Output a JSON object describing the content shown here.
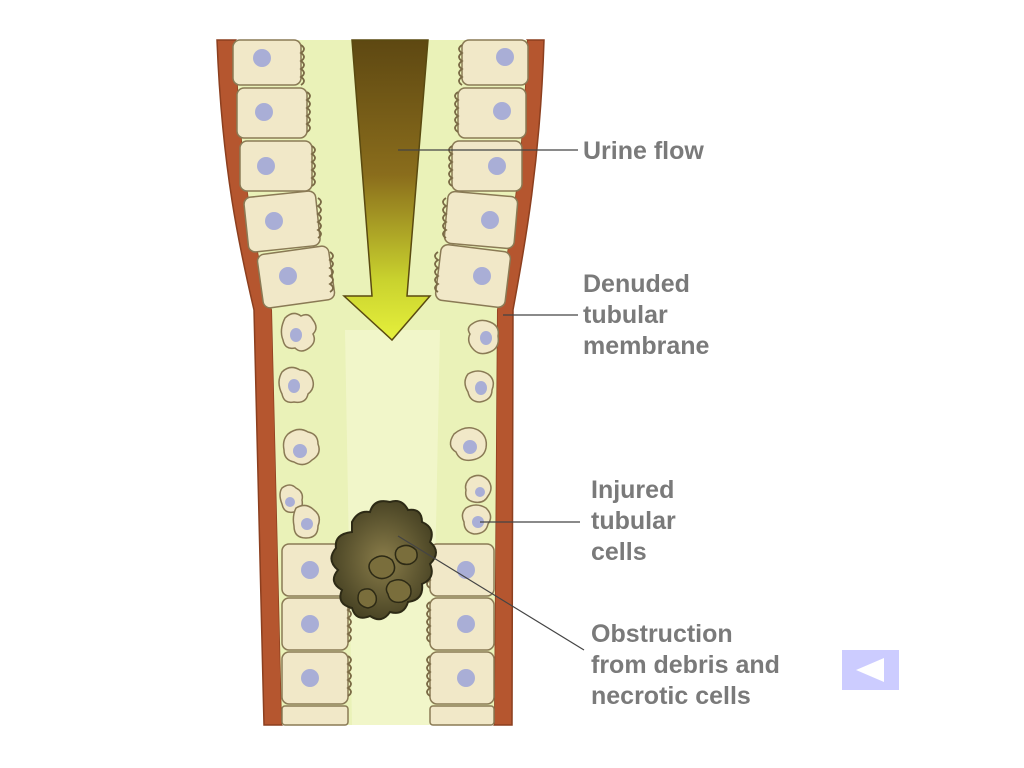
{
  "labels": {
    "urine_flow": "Urine flow",
    "denuded_membrane": "Denuded\ntubular\nmembrane",
    "injured_cells": "Injured\ntubular\ncells",
    "obstruction": "Obstruction\nfrom debris and\nnecrotic cells"
  },
  "icons": {
    "back_button": "back-arrow-icon"
  },
  "colors": {
    "label_text": "#7a7a7a",
    "tubule_wall": "#b5562f",
    "lumen": "#eaf2b8",
    "cell_fill": "#f1e8c8",
    "nucleus": "#a9aed6",
    "arrow_top": "#6b5214",
    "arrow_bottom": "#e3ef3a",
    "debris": "#4e4a2a",
    "button_bg": "#ccccff",
    "button_arrow": "#ffffff"
  }
}
